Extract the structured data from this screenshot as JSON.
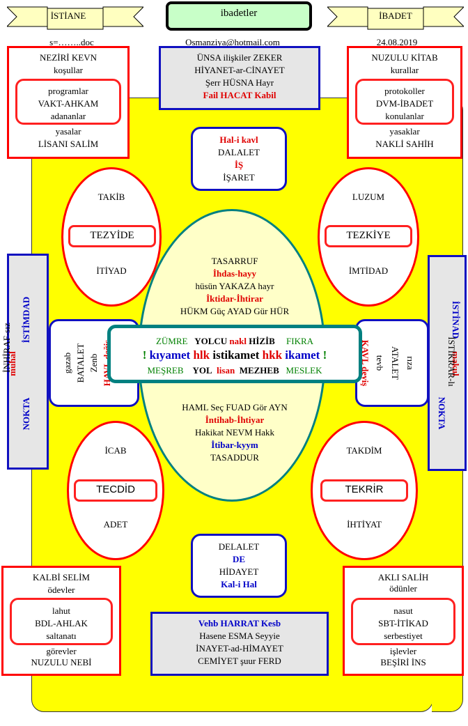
{
  "header": {
    "left_ribbon": "İSTİANE",
    "title": "ibadetler",
    "right_ribbon": "İBADET",
    "file": "s=……..doc",
    "email": "Osmanziya@hotmail.com",
    "date": "24.08.2019"
  },
  "top_left": {
    "title": "NEZİRİ KEVN",
    "sub": "koşullar",
    "inner": [
      "programlar",
      "VAKT-AHKAM",
      "adananlar"
    ],
    "below": "yasalar",
    "bottom": "LİSANI SALİM"
  },
  "top_right": {
    "title": "NUZULU KİTAB",
    "sub": "kurallar",
    "inner": [
      "protokoller",
      "DVM-İBADET",
      "konulanlar"
    ],
    "below": "yasaklar",
    "bottom": "NAKLİ SAHİH"
  },
  "top_center": {
    "l1": "ÜNSA ilişkiler  ZEKER",
    "l2": "HİYANET-ar-CİNAYET",
    "l3": "Şerr  HÜSNA Hayr",
    "l4": "Fail HACAT Kabil"
  },
  "upper_mid": {
    "l1": "Hal-i kavl",
    "l2": "DALALET",
    "l3": "İŞ",
    "l4": "İŞARET"
  },
  "ellipse_tl": {
    "top": "TAKİB",
    "label": "TEZYİDE",
    "bottom": "İTİYAD"
  },
  "ellipse_tr": {
    "top": "LUZUM",
    "label": "TEZKİYE",
    "bottom": "İMTİDAD"
  },
  "ellipse_bl": {
    "top": "İCAB",
    "label": "TECDİD",
    "bottom": "ADET"
  },
  "ellipse_br": {
    "top": "TAKDİM",
    "label": "TEKRİR",
    "bottom": "İHTİYAT"
  },
  "center_top": {
    "l1": "TASARRUF",
    "l2": "İhdas-hayy",
    "l3": "hüsün YAKAZA hayr",
    "l4": "İktidar-İhtirar",
    "l5": "HÜKM Güç AYAD Gür HÜR"
  },
  "center_bottom": {
    "l1": "HAML Seç FUAD Gör AYN",
    "l2": "İntihab-İhtiyar",
    "l3": "Hakikat  NEVM  Hakk",
    "l4": "İtibar-kyym",
    "l5": "TASADDUR"
  },
  "center_box": {
    "row1": [
      "ZÜMRE",
      "YOLCU",
      "nakl",
      "HİZİB",
      "FIKRA"
    ],
    "row2": [
      "!",
      "kıyamet",
      "hlk",
      "istikamet",
      "hkk",
      "ikamet",
      "!"
    ],
    "row3": [
      "MEŞREB",
      "YOL",
      "lisan",
      "MEZHEB",
      "MESLEK"
    ]
  },
  "side_left": {
    "c1": "gazab",
    "c2": "BATALET",
    "c3": "Zenb",
    "c4": "HAVL değiş"
  },
  "side_right": {
    "c1": "KAVL deyiş",
    "c2": "tevb",
    "c3": "ATALET",
    "c4": "rıza"
  },
  "far_left": {
    "a": "İNHİRAF-sız",
    "b": "muhal",
    "c": "İSTİMDAD",
    "d": "NOKTA"
  },
  "far_right": {
    "a": "NOKTA",
    "b": "makul",
    "c": "İSTİNAD",
    "d": "İSTİKRAR-lı"
  },
  "lower_mid": {
    "l1": "DELALET",
    "l2": "DE",
    "l3": "HİDAYET",
    "l4": "Kal-i Hal"
  },
  "bottom_left": {
    "title": "KALBİ SELİM",
    "sub": "ödevler",
    "inner": [
      "lahut",
      "BDL-AHLAK",
      "saltanatı"
    ],
    "below": "görevler",
    "bottom": "NUZULU NEBİ"
  },
  "bottom_right": {
    "title": "AKLI SALİH",
    "sub": "ödünler",
    "inner": [
      "nasut",
      "SBT-İTİKAD",
      "serbestiyet"
    ],
    "below": "işlevler",
    "bottom": "BEŞİRİ  İNS"
  },
  "bottom_center": {
    "l1": "Vehb HARRAT Kesb",
    "l2": "Hasene ESMA Seyyie",
    "l3": "İNAYET-ad-HİMAYET",
    "l4": "CEMİYET şuur FERD"
  }
}
